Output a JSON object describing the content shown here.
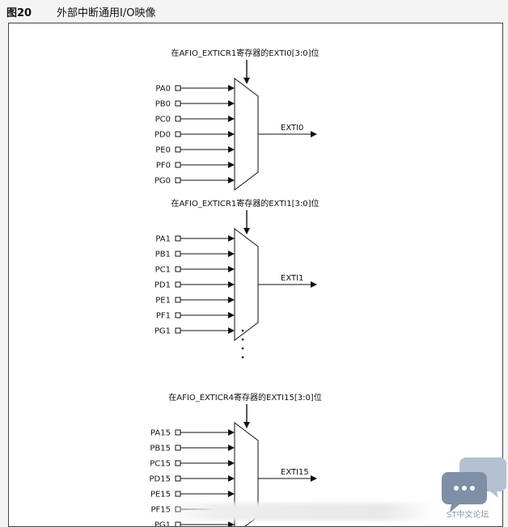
{
  "figure": {
    "number": "图20",
    "title": "外部中断通用I/O映像"
  },
  "blocks": [
    {
      "control_label": "在AFIO_EXTICR1寄存器的EXTI0[3:0]位",
      "inputs": [
        "PA0",
        "PB0",
        "PC0",
        "PD0",
        "PE0",
        "PF0",
        "PG0"
      ],
      "output": "EXTI0"
    },
    {
      "control_label": "在AFIO_EXTICR1寄存器的EXTI1[3:0]位",
      "inputs": [
        "PA1",
        "PB1",
        "PC1",
        "PD1",
        "PE1",
        "PF1",
        "PG1"
      ],
      "output": "EXTI1"
    },
    {
      "control_label": "在AFIO_EXTICR4寄存器的EXTI15[3:0]位",
      "inputs": [
        "PA15",
        "PB15",
        "PC15",
        "PD15",
        "PE15",
        "PF15",
        "PG1"
      ],
      "output": "EXTI15"
    }
  ],
  "watermark": {
    "icon": "chat-bubble-icon",
    "text": "ST中文论坛"
  },
  "colors": {
    "line": "#111111",
    "watermark": "#8a9ab0"
  }
}
